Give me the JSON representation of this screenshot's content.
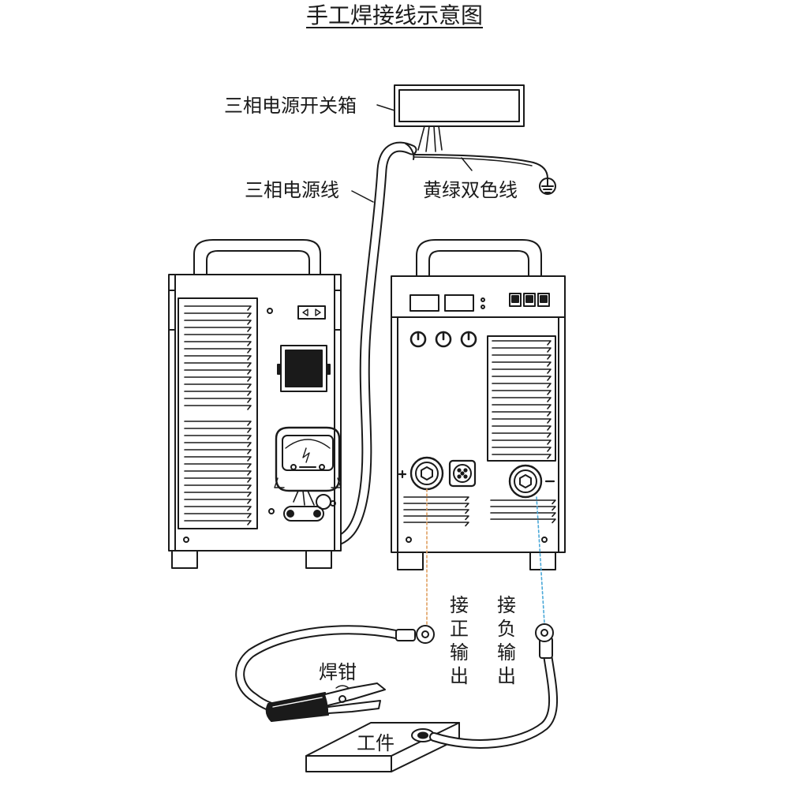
{
  "title": "手工焊接线示意图",
  "labels": {
    "switch_box": "三相电源开关箱",
    "power_cable": "三相电源线",
    "ground_wire": "黄绿双色线",
    "positive_output": "接正输出",
    "negative_output": "接负输出",
    "electrode_holder": "焊钳",
    "workpiece": "工件"
  },
  "colors": {
    "positive_lead": "#e0a060",
    "negative_lead": "#4aa8d8"
  }
}
